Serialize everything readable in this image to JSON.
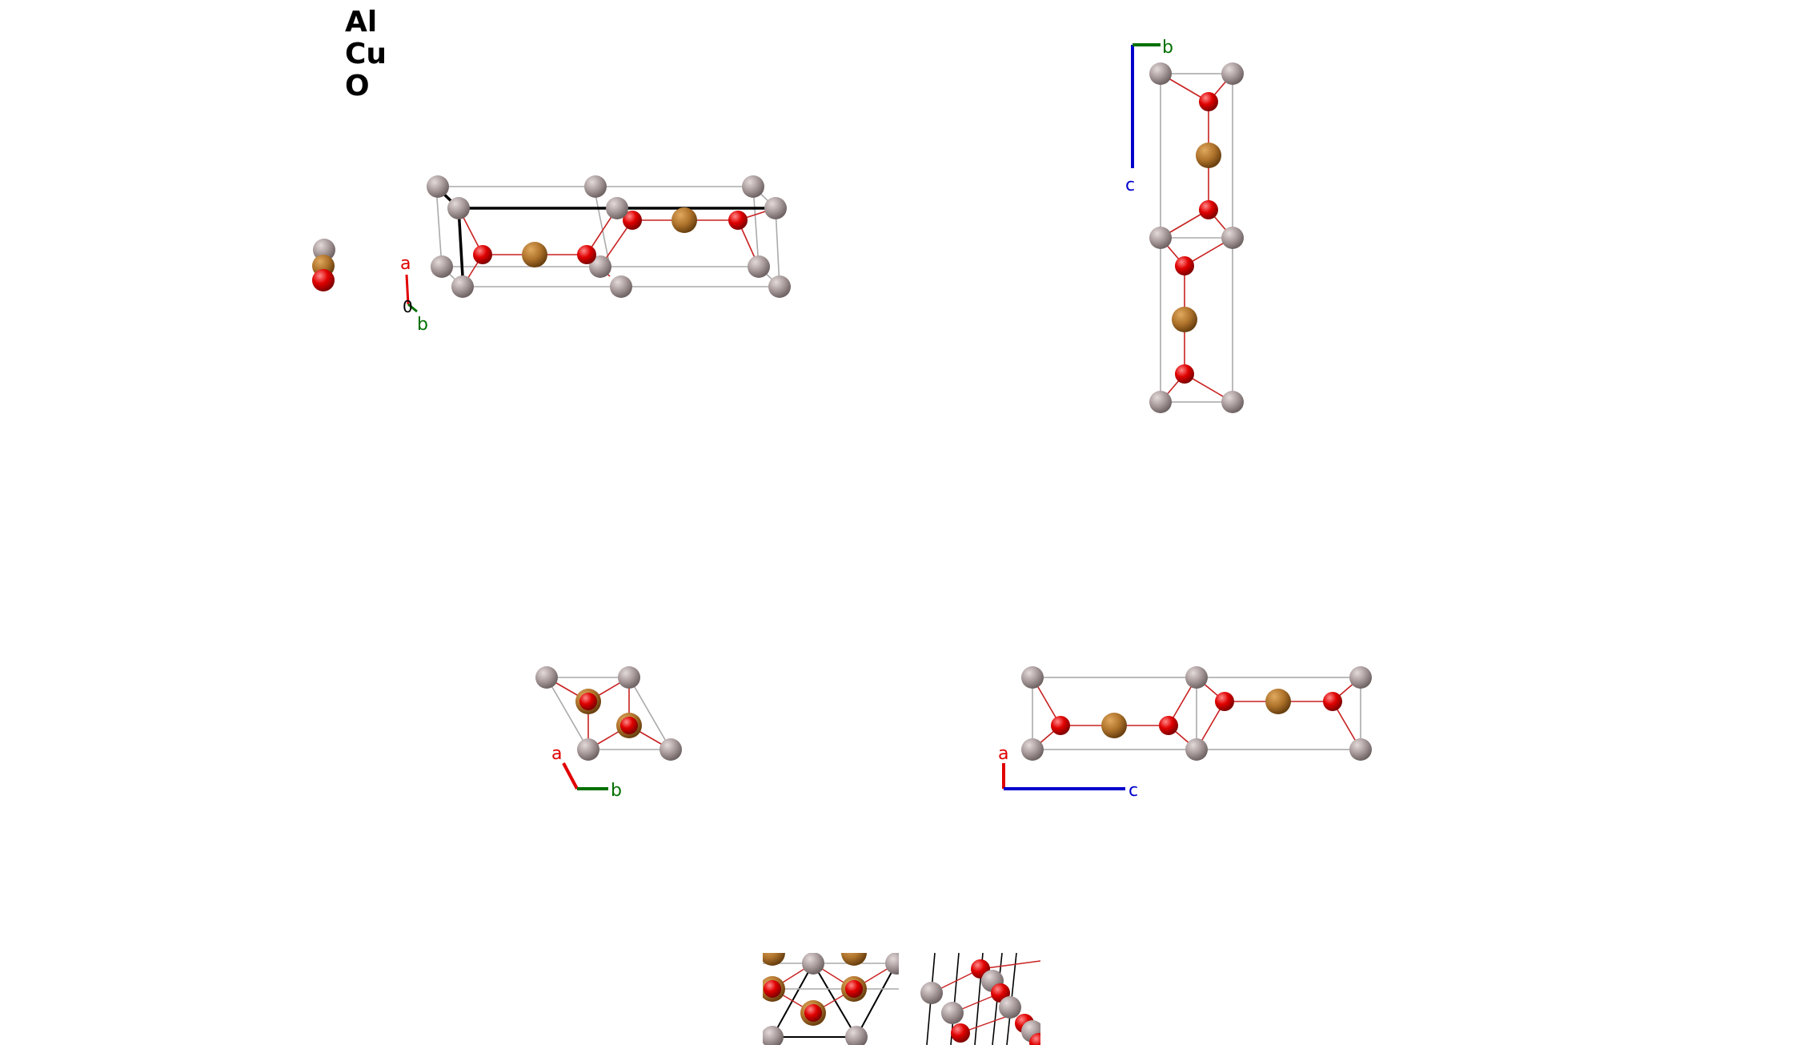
{
  "legend": {
    "elements": [
      "Al",
      "Cu",
      "O"
    ]
  },
  "colors": {
    "Al": "#a89a9a",
    "Cu": "#b0742c",
    "O": "#e00000",
    "bond": "#c82020",
    "cell": "#aaaaaa",
    "axis_a": "#e00000",
    "axis_b": "#007000",
    "axis_c": "#0000cc"
  },
  "views": [
    {
      "name": "perspective",
      "axis_labels": [
        "a",
        "b",
        "0"
      ]
    },
    {
      "name": "view-along-a",
      "axis_labels": [
        "b",
        "c"
      ]
    },
    {
      "name": "view-along-c",
      "axis_labels": [
        "a",
        "b"
      ]
    },
    {
      "name": "view-along-b",
      "axis_labels": [
        "a",
        "c"
      ]
    },
    {
      "name": "thumbnails",
      "axis_labels": []
    }
  ]
}
